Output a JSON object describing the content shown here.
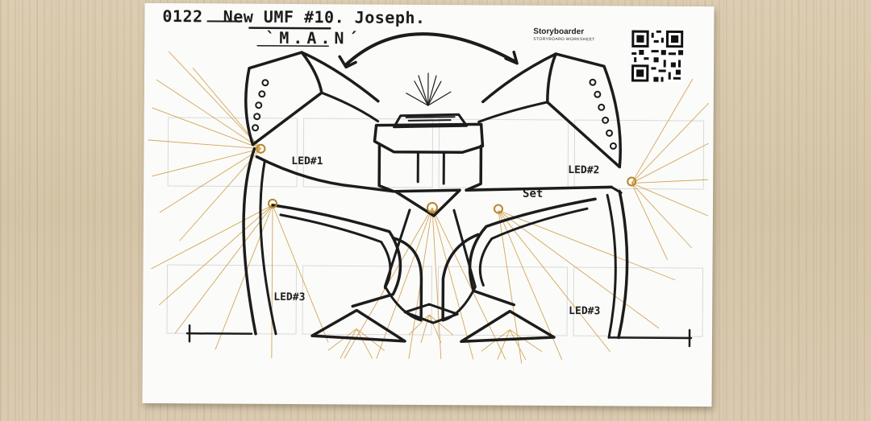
{
  "sheet": {
    "number": "0122",
    "title": "New UMF #10. Joseph.",
    "subtitle": "`M.A.N´",
    "app_name": "Storyboarder",
    "worksheet_label": "STORYBOARD WORKSHEET"
  },
  "labels": {
    "led1": "LED#1",
    "led2": "LED#2",
    "led3_left": "LED#3",
    "led3_right": "LED#3",
    "set": "Set"
  },
  "colors": {
    "ink": "#1c1c1c",
    "light_rays": "#c9922e",
    "paper": "#fbfbfa",
    "wood": "#d8c9ad"
  }
}
